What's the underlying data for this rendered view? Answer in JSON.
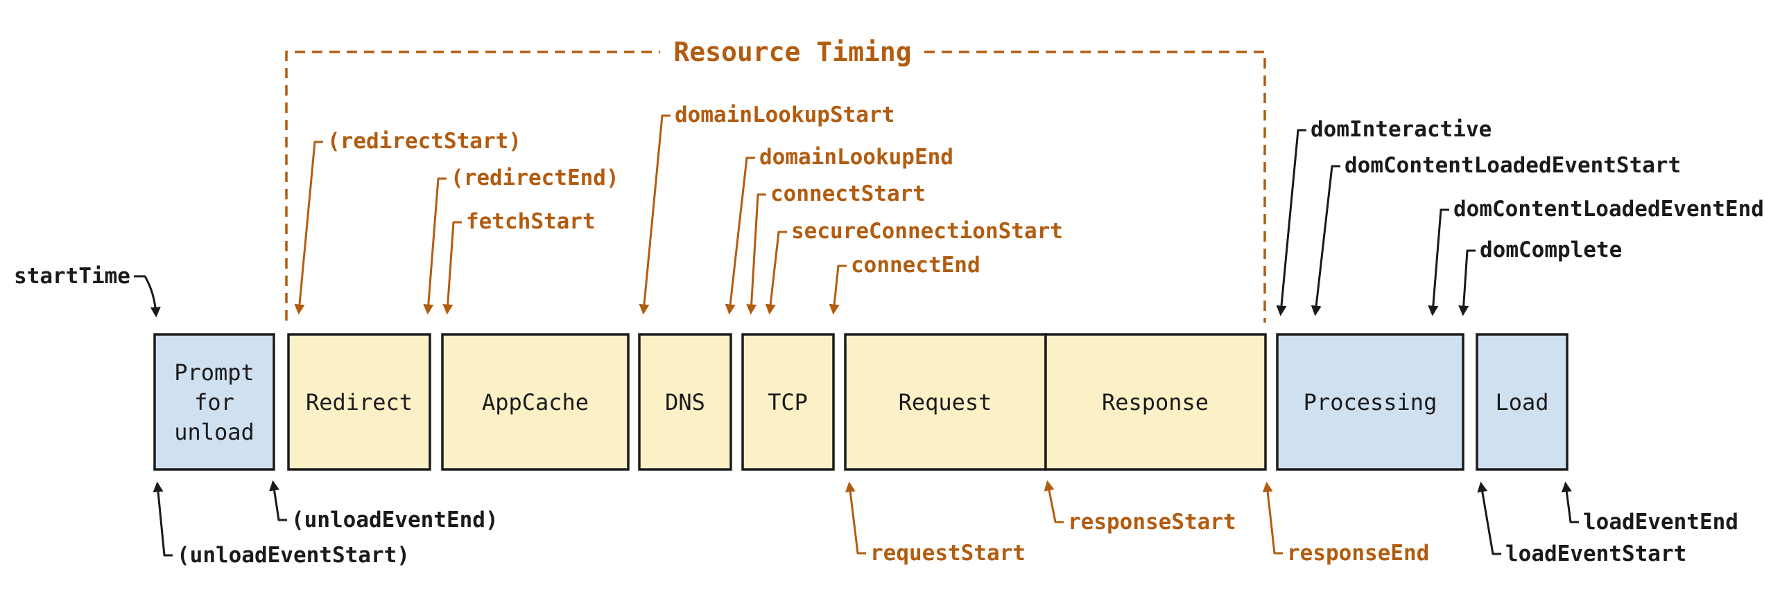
{
  "title": "Resource Timing",
  "colors": {
    "orange": "#b25c10",
    "ink": "#1a1a1a",
    "blue_fill": "#cfe0f1",
    "yellow_fill": "#fcf0c7",
    "border": "#1b1b1b"
  },
  "boxes": [
    {
      "label": "Prompt for unload",
      "lines": [
        "Prompt",
        "for",
        "unload"
      ],
      "category": "navigation"
    },
    {
      "label": "Redirect",
      "category": "resource"
    },
    {
      "label": "AppCache",
      "category": "resource"
    },
    {
      "label": "DNS",
      "category": "resource"
    },
    {
      "label": "TCP",
      "category": "resource"
    },
    {
      "label": "Request",
      "category": "resource"
    },
    {
      "label": "Response",
      "category": "resource"
    },
    {
      "label": "Processing",
      "category": "navigation"
    },
    {
      "label": "Load",
      "category": "navigation"
    }
  ],
  "events": [
    {
      "text": "startTime",
      "scope": "navigation"
    },
    {
      "text": "(redirectStart)",
      "scope": "resource"
    },
    {
      "text": "(redirectEnd)",
      "scope": "resource"
    },
    {
      "text": "fetchStart",
      "scope": "resource"
    },
    {
      "text": "domainLookupStart",
      "scope": "resource"
    },
    {
      "text": "domainLookupEnd",
      "scope": "resource"
    },
    {
      "text": "connectStart",
      "scope": "resource"
    },
    {
      "text": "secureConnectionStart",
      "scope": "resource"
    },
    {
      "text": "connectEnd",
      "scope": "resource"
    },
    {
      "text": "domInteractive",
      "scope": "navigation"
    },
    {
      "text": "domContentLoadedEventStart",
      "scope": "navigation"
    },
    {
      "text": "domContentLoadedEventEnd",
      "scope": "navigation"
    },
    {
      "text": "domComplete",
      "scope": "navigation"
    },
    {
      "text": "(unloadEventStart)",
      "scope": "navigation"
    },
    {
      "text": "(unloadEventEnd)",
      "scope": "navigation"
    },
    {
      "text": "requestStart",
      "scope": "resource"
    },
    {
      "text": "responseStart",
      "scope": "resource"
    },
    {
      "text": "responseEnd",
      "scope": "resource"
    },
    {
      "text": "loadEventStart",
      "scope": "navigation"
    },
    {
      "text": "loadEventEnd",
      "scope": "navigation"
    }
  ]
}
